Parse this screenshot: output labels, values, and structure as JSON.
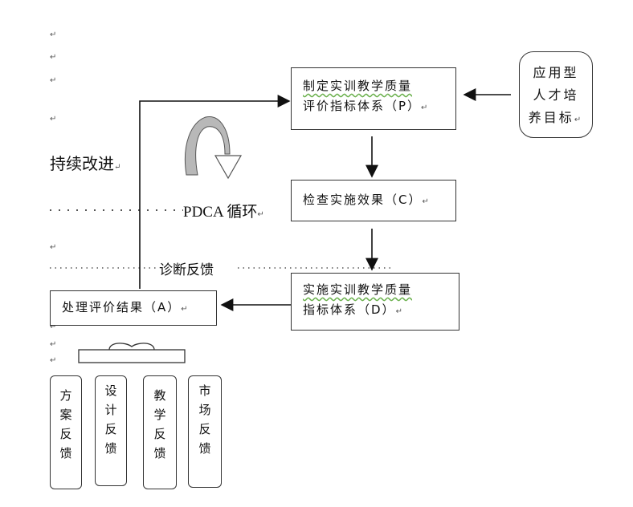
{
  "nodes": {
    "plan_line1": "制定实训教学质量",
    "plan_line2": "评价指标体系（P）",
    "goal": "应用型人才培养目标",
    "check": "检查实施效果（C）",
    "do_line1": "实施实训教学质量",
    "do_line2": "指标体系（D）",
    "act": "处理评价结果（A）"
  },
  "labels": {
    "continuous_improvement": "持续改进",
    "pdca_cycle": "PDCA 循环",
    "diagnostic_feedback": "诊断反馈"
  },
  "feedback_boxes": [
    {
      "text": "方案反馈"
    },
    {
      "text": "设计反馈"
    },
    {
      "text": "教学反馈"
    },
    {
      "text": "市场反馈"
    }
  ],
  "paragraph_mark": "↵"
}
